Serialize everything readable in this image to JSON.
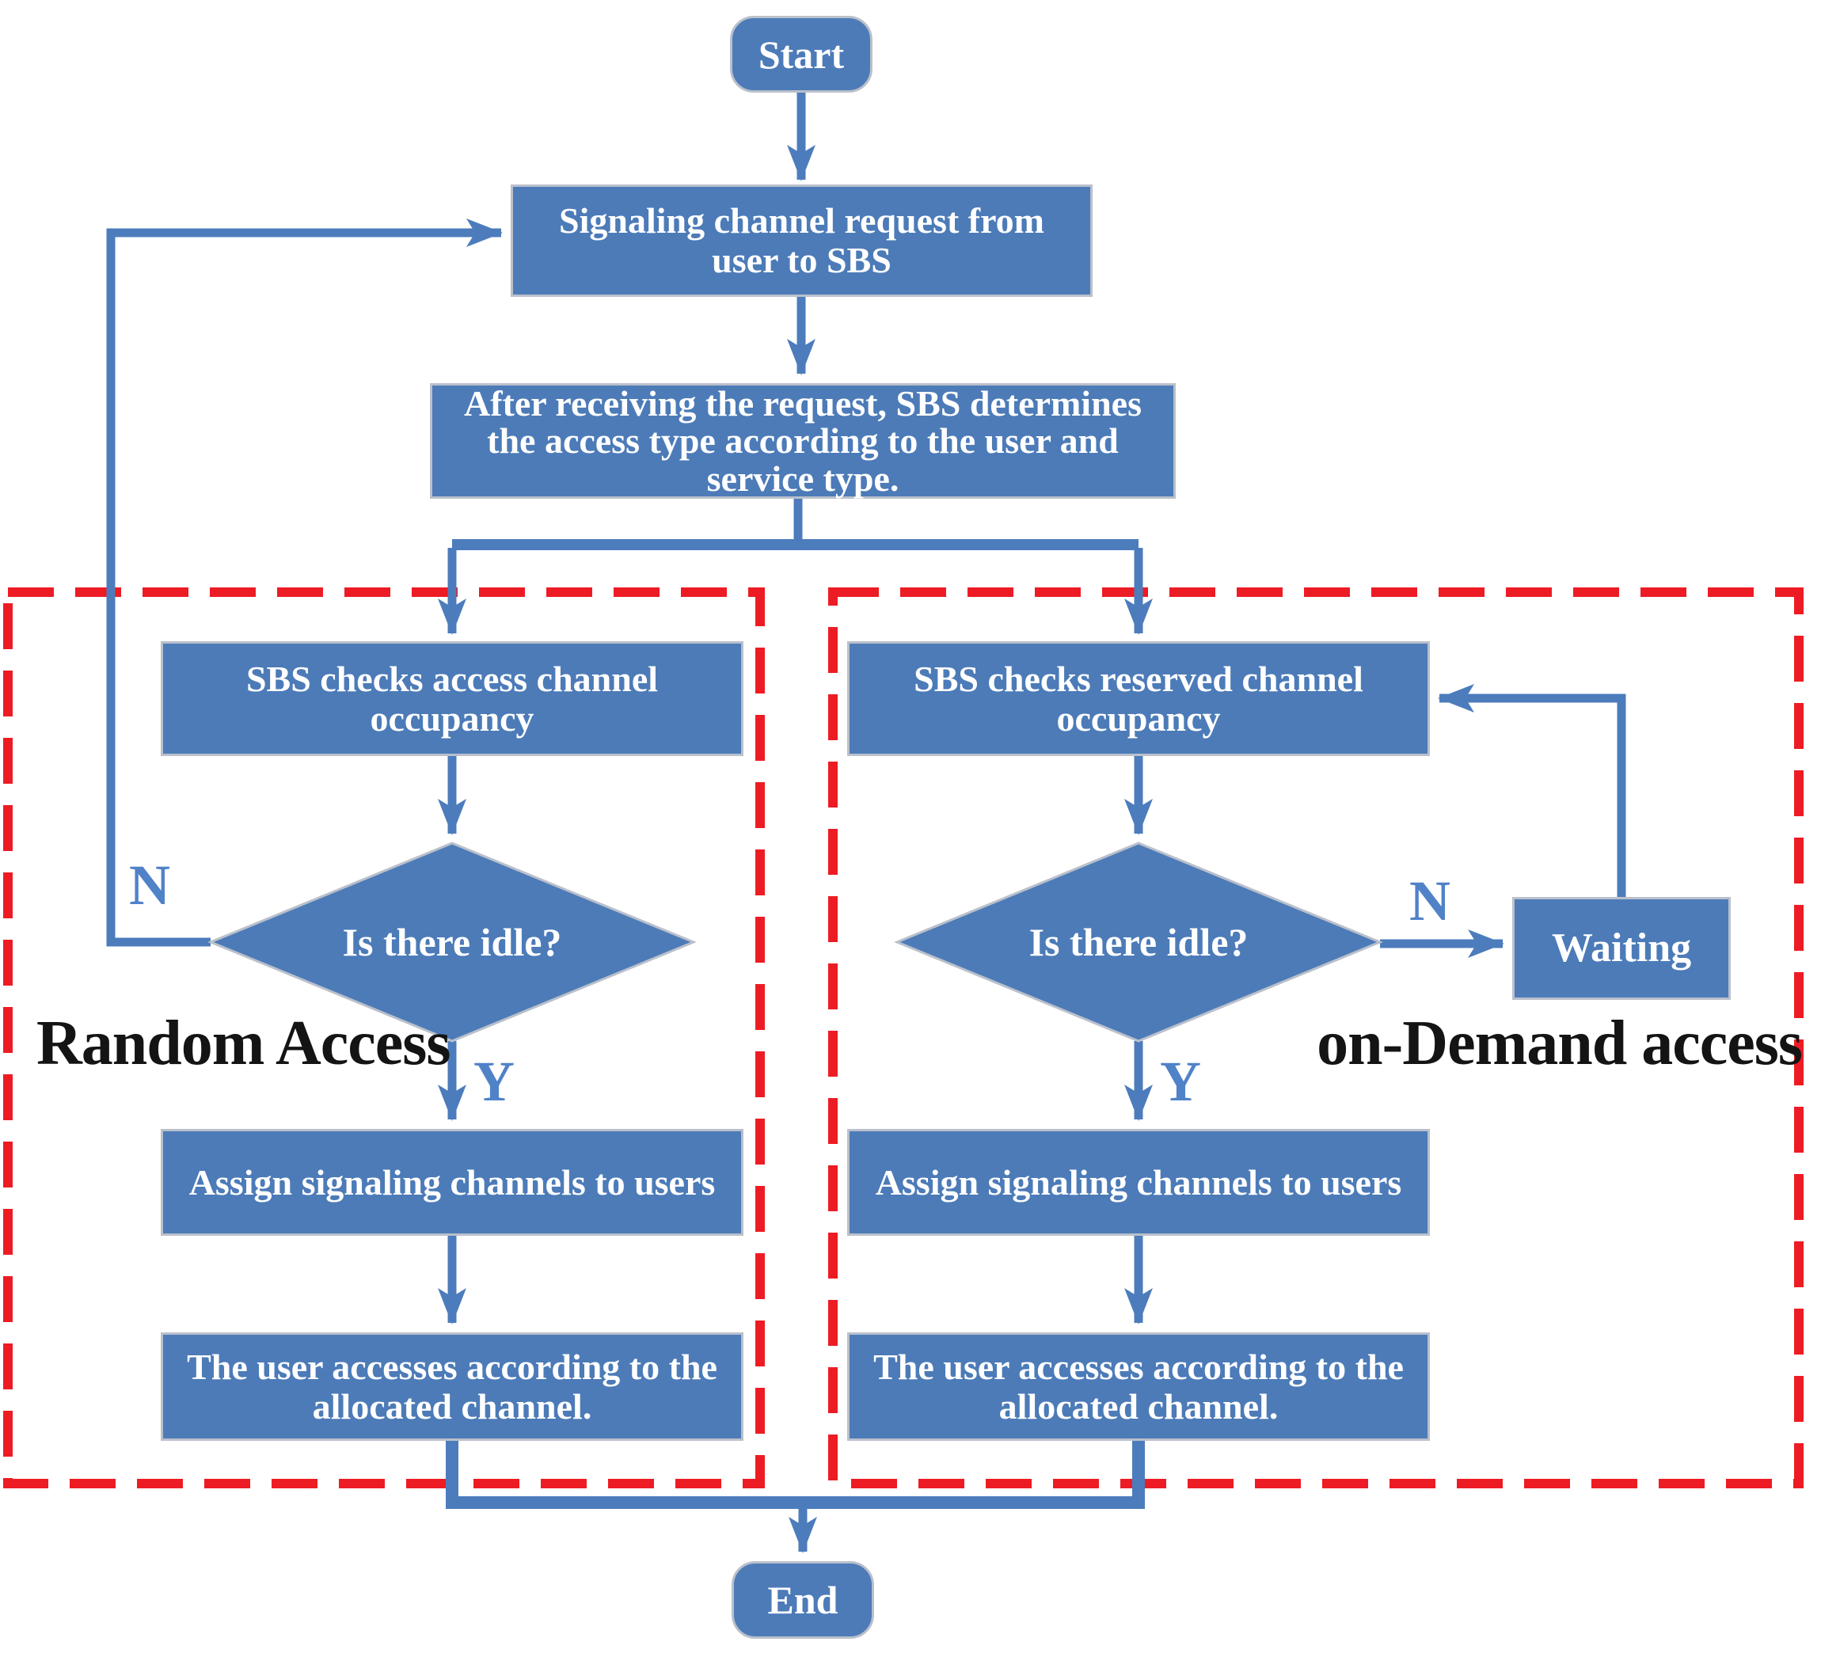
{
  "title": "Signaling channel access flowchart",
  "colors": {
    "shape_fill": "#4c7bb8",
    "shape_border": "#bac0cb",
    "connector": "#4c7cbc",
    "dashed_region": "#ed1c24",
    "edge_label_text": "#5082c8",
    "section_label_text": "#141414",
    "shape_text": "#ffffff"
  },
  "nodes": {
    "start": {
      "label": "Start"
    },
    "request": {
      "label": "Signaling channel request from user to SBS"
    },
    "determine": {
      "label": "After receiving the request, SBS determines the access type according to the user and service type."
    },
    "end": {
      "label": "End"
    }
  },
  "branches": {
    "random": {
      "title": "Random Access",
      "check": "SBS checks access channel occupancy",
      "decision": "Is there idle?",
      "no_label": "N",
      "yes_label": "Y",
      "assign": "Assign signaling channels to users",
      "access": "The user accesses according to the allocated channel."
    },
    "on_demand": {
      "title": "on-Demand access",
      "check": "SBS checks reserved channel occupancy",
      "decision": "Is there idle?",
      "no_label": "N",
      "yes_label": "Y",
      "waiting": "Waiting",
      "assign": "Assign signaling channels to users",
      "access": "The user accesses according to the allocated channel."
    }
  }
}
